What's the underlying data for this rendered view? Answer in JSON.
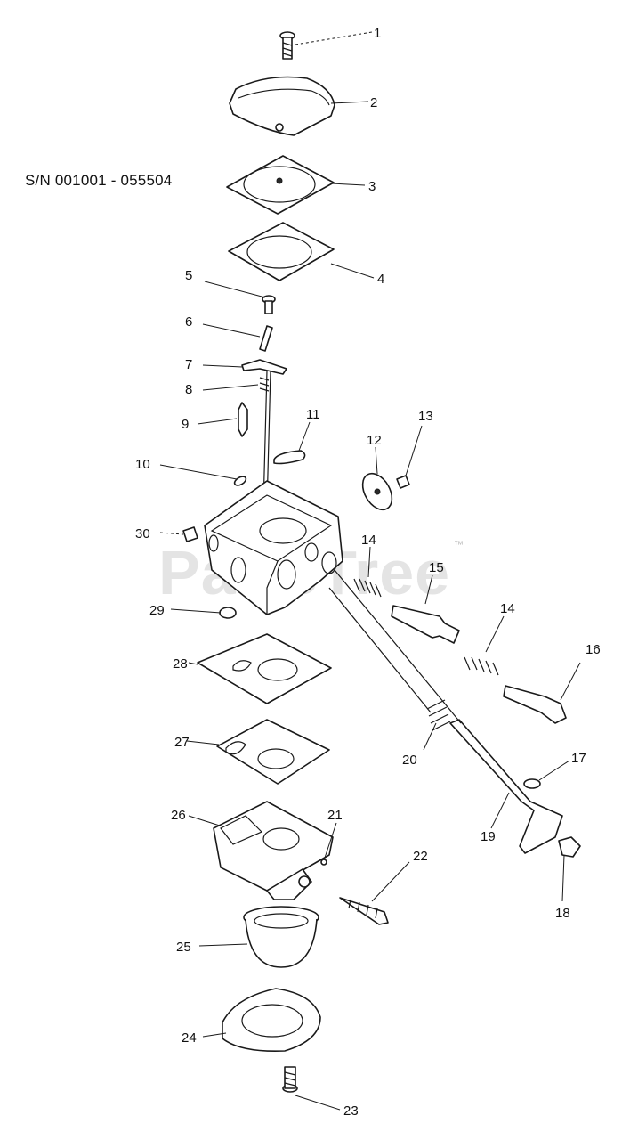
{
  "serial_range": "S/N 001001 - 055504",
  "watermark": {
    "text": "PartsTree",
    "tm": "™"
  },
  "callouts": [
    {
      "id": "1",
      "label": "1"
    },
    {
      "id": "2",
      "label": "2"
    },
    {
      "id": "3",
      "label": "3"
    },
    {
      "id": "4",
      "label": "4"
    },
    {
      "id": "5",
      "label": "5"
    },
    {
      "id": "6",
      "label": "6"
    },
    {
      "id": "7",
      "label": "7"
    },
    {
      "id": "8",
      "label": "8"
    },
    {
      "id": "9",
      "label": "9"
    },
    {
      "id": "10",
      "label": "10"
    },
    {
      "id": "11",
      "label": "11"
    },
    {
      "id": "12",
      "label": "12"
    },
    {
      "id": "13",
      "label": "13"
    },
    {
      "id": "14a",
      "label": "14"
    },
    {
      "id": "15",
      "label": "15"
    },
    {
      "id": "14b",
      "label": "14"
    },
    {
      "id": "16",
      "label": "16"
    },
    {
      "id": "17",
      "label": "17"
    },
    {
      "id": "18",
      "label": "18"
    },
    {
      "id": "19",
      "label": "19"
    },
    {
      "id": "20",
      "label": "20"
    },
    {
      "id": "21",
      "label": "21"
    },
    {
      "id": "22",
      "label": "22"
    },
    {
      "id": "23",
      "label": "23"
    },
    {
      "id": "24",
      "label": "24"
    },
    {
      "id": "25",
      "label": "25"
    },
    {
      "id": "26",
      "label": "26"
    },
    {
      "id": "27",
      "label": "27"
    },
    {
      "id": "28",
      "label": "28"
    },
    {
      "id": "29",
      "label": "29"
    },
    {
      "id": "30",
      "label": "30"
    }
  ]
}
